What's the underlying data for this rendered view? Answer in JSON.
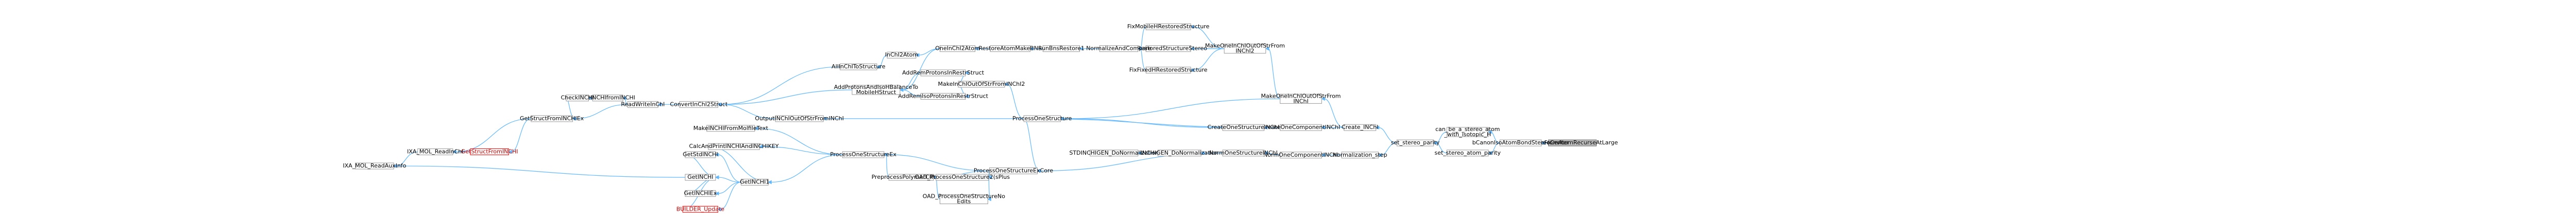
{
  "diagram": {
    "title": "",
    "colors": {
      "edge": "#63b8ff",
      "node_border": "#999999",
      "root_fill": "#bfbfbf",
      "red_node": "#ff0000"
    },
    "nodes": [
      {
        "id": "root",
        "label": "SingleFromAtomRecurseAtLarge",
        "style": "root"
      },
      {
        "id": "canonAtomBond",
        "label": "bCanonIsoAtomBondStereoCenter"
      },
      {
        "id": "canBeStereo1",
        "label": "can_be_a_stereo_atom",
        "label2": "_with_isotopic_H"
      },
      {
        "id": "setStereoAtom",
        "label": "set_stereo_atom_parity"
      },
      {
        "id": "setStereoParity",
        "label": "set_stereo_parity"
      },
      {
        "id": "createInchi",
        "label": "Create_INChI"
      },
      {
        "id": "normStep",
        "label": "Normalization_step"
      },
      {
        "id": "makeInchiOut",
        "label": "MakeOneInChIOutOfStrFrom",
        "label2": "INChI"
      },
      {
        "id": "createOneComp",
        "label": "CreateOneComponentINChI"
      },
      {
        "id": "createOneStruct",
        "label": "CreateOneStructureINChI"
      },
      {
        "id": "normOneComp",
        "label": "NormOneComponentINChI"
      },
      {
        "id": "normOneStruct",
        "label": "NormOneStructureINChI"
      },
      {
        "id": "makeInchiOut2",
        "label": "MakeOneInChIOutOfStrFrom",
        "label2": "INChI2"
      },
      {
        "id": "fixMobile",
        "label": "FixMobileHRestoredStructure"
      },
      {
        "id": "fixRestored",
        "label": "FixRestoredStructureStereo"
      },
      {
        "id": "fixFixed",
        "label": "FixFixedHRestoredStructure"
      },
      {
        "id": "normalizeCompare",
        "label": "NormalizeAndCompare"
      },
      {
        "id": "runBns",
        "label": "RunBnsRestore1"
      },
      {
        "id": "restoreAtom",
        "label": "RestoreAtomMakeBNS"
      },
      {
        "id": "oneInchi2Atom",
        "label": "OneInChI2Atom"
      },
      {
        "id": "inchi2Atom",
        "label": "InChI2Atom"
      },
      {
        "id": "allInchiToStruct",
        "label": "AllInChIToStructure"
      },
      {
        "id": "makeInchiOutOfStr",
        "label": "MakeInChIOutOfStrFromINChI2"
      },
      {
        "id": "addRemProtons",
        "label": "AddRemProtonsInRestrStruct"
      },
      {
        "id": "addRemIso",
        "label": "AddRemIsoProtonsInRestrStruct"
      },
      {
        "id": "addProtons",
        "label": "AddProtonsAndIsoHBalanceTo",
        "label2": "MobileHStruct"
      },
      {
        "id": "outputInchiOut",
        "label": "OutputINChIOutOfStrFromINChI"
      },
      {
        "id": "processOneStruct",
        "label": "ProcessOneStructure"
      },
      {
        "id": "convertInchi2",
        "label": "ConvertInChI2Struct"
      },
      {
        "id": "readWriteInchi",
        "label": "ReadWriteInChI"
      },
      {
        "id": "getInchiFromInchi",
        "label": "GetINCHIfromINCHI"
      },
      {
        "id": "checkInchi",
        "label": "CheckINCHI"
      },
      {
        "id": "getStructFromInchiEx",
        "label": "GetStructFromINCHIEx"
      },
      {
        "id": "getStructFromInchi",
        "label": "GetStructFromINCHI",
        "style": "red"
      },
      {
        "id": "ixaReadInchi",
        "label": "IXA_MOL_ReadInChI"
      },
      {
        "id": "ixaReadAux",
        "label": "IXA_MOL_ReadAuxInfo"
      },
      {
        "id": "makeInchiTextAux",
        "label": "MakeINCHIFromMolfileText"
      },
      {
        "id": "calcInchi",
        "label": "CalcAndPrintINCHIAndINCHIKEY"
      },
      {
        "id": "getStdInchi",
        "label": "GetStdINCHI"
      },
      {
        "id": "getInchi",
        "label": "GetINCHI"
      },
      {
        "id": "getInchiEx",
        "label": "GetINCHIEx"
      },
      {
        "id": "getInchi1",
        "label": "GetINCHI1"
      },
      {
        "id": "builderUpdate",
        "label": "BUILDER_Update",
        "style": "red"
      },
      {
        "id": "processOneStructEx",
        "label": "ProcessOneStructureEx"
      },
      {
        "id": "preprocessPolymer",
        "label": "PreprocessPolymerCRUData"
      },
      {
        "id": "oadProcessOne",
        "label": "OAD_ProcessOneStructure2(sPlus"
      },
      {
        "id": "oadProcessNo",
        "label": "OAD_ProcessOneStructureNo",
        "label2": "Edits"
      },
      {
        "id": "processOneStructExCore",
        "label": "ProcessOneStructureExCore"
      },
      {
        "id": "stdinchigenNorm",
        "label": "STDINCHIGEN_DoNormalization"
      },
      {
        "id": "inchigenNorm",
        "label": "INCHIGEN_DoNormalization"
      }
    ],
    "edges": [
      [
        "root",
        "canonAtomBond"
      ],
      [
        "canonAtomBond",
        "canBeStereo1"
      ],
      [
        "canonAtomBond",
        "setStereoAtom"
      ],
      [
        "canBeStereo1",
        "setStereoParity"
      ],
      [
        "setStereoAtom",
        "setStereoParity"
      ],
      [
        "setStereoParity",
        "createInchi"
      ],
      [
        "setStereoParity",
        "normStep"
      ],
      [
        "createInchi",
        "makeInchiOut"
      ],
      [
        "createInchi",
        "createOneComp"
      ],
      [
        "normStep",
        "normOneComp"
      ],
      [
        "createOneComp",
        "createOneStruct"
      ],
      [
        "normOneComp",
        "normOneStruct"
      ],
      [
        "makeInchiOut",
        "makeInchiOut2"
      ],
      [
        "makeInchiOut",
        "processOneStruct"
      ],
      [
        "makeInchiOut2",
        "fixMobile"
      ],
      [
        "makeInchiOut2",
        "fixRestored"
      ],
      [
        "makeInchiOut2",
        "fixFixed"
      ],
      [
        "makeInchiOut2",
        "normalizeCompare"
      ],
      [
        "fixMobile",
        "normalizeCompare"
      ],
      [
        "fixRestored",
        "normalizeCompare"
      ],
      [
        "fixFixed",
        "normalizeCompare"
      ],
      [
        "normalizeCompare",
        "runBns"
      ],
      [
        "runBns",
        "restoreAtom"
      ],
      [
        "restoreAtom",
        "oneInchi2Atom"
      ],
      [
        "oneInchi2Atom",
        "inchi2Atom"
      ],
      [
        "inchi2Atom",
        "allInchiToStruct"
      ],
      [
        "allInchiToStruct",
        "convertInchi2"
      ],
      [
        "oneInchi2Atom",
        "addProtons"
      ],
      [
        "createOneStruct",
        "processOneStruct"
      ],
      [
        "processOneStruct",
        "makeInchiOutOfStr"
      ],
      [
        "makeInchiOutOfStr",
        "addRemProtons"
      ],
      [
        "makeInchiOutOfStr",
        "addRemIso"
      ],
      [
        "addRemProtons",
        "addProtons"
      ],
      [
        "addRemIso",
        "addProtons"
      ],
      [
        "addProtons",
        "convertInchi2"
      ],
      [
        "processOneStruct",
        "outputInchiOut"
      ],
      [
        "outputInchiOut",
        "convertInchi2"
      ],
      [
        "convertInchi2",
        "readWriteInchi"
      ],
      [
        "readWriteInchi",
        "getInchiFromInchi"
      ],
      [
        "readWriteInchi",
        "getStructFromInchiEx"
      ],
      [
        "getInchiFromInchi",
        "checkInchi"
      ],
      [
        "checkInchi",
        "getStructFromInchiEx"
      ],
      [
        "getStructFromInchiEx",
        "getStructFromInchi"
      ],
      [
        "getStructFromInchiEx",
        "ixaReadInchi"
      ],
      [
        "getStructFromInchi",
        "ixaReadInchi"
      ],
      [
        "ixaReadInchi",
        "ixaReadAux"
      ],
      [
        "normOneStruct",
        "processOneStructExCore"
      ],
      [
        "processOneStruct",
        "processOneStructExCore"
      ],
      [
        "processOneStructExCore",
        "processOneStructEx"
      ],
      [
        "processOneStructExCore",
        "preprocessPolymer"
      ],
      [
        "processOneStructExCore",
        "oadProcessOne"
      ],
      [
        "processOneStructExCore",
        "oadProcessNo"
      ],
      [
        "oadProcessOne",
        "preprocessPolymer"
      ],
      [
        "oadProcessNo",
        "preprocessPolymer"
      ],
      [
        "preprocessPolymer",
        "processOneStructEx"
      ],
      [
        "processOneStructEx",
        "makeInchiTextAux"
      ],
      [
        "processOneStructEx",
        "calcInchi"
      ],
      [
        "processOneStructEx",
        "getInchi1"
      ],
      [
        "calcInchi",
        "getInchi1"
      ],
      [
        "getInchi1",
        "getStdInchi"
      ],
      [
        "getInchi1",
        "getInchi"
      ],
      [
        "getInchi1",
        "getInchiEx"
      ],
      [
        "getInchi1",
        "builderUpdate"
      ],
      [
        "getInchi",
        "ixaReadAux"
      ],
      [
        "getStdInchi",
        "getInchi"
      ],
      [
        "builderUpdate",
        "getInchi"
      ],
      [
        "getInchiEx",
        "getInchi"
      ],
      [
        "normOneStruct",
        "inchigenNorm"
      ],
      [
        "inchigenNorm",
        "stdinchigenNorm"
      ],
      [
        "processOneStruct",
        "createOneStruct"
      ]
    ]
  }
}
